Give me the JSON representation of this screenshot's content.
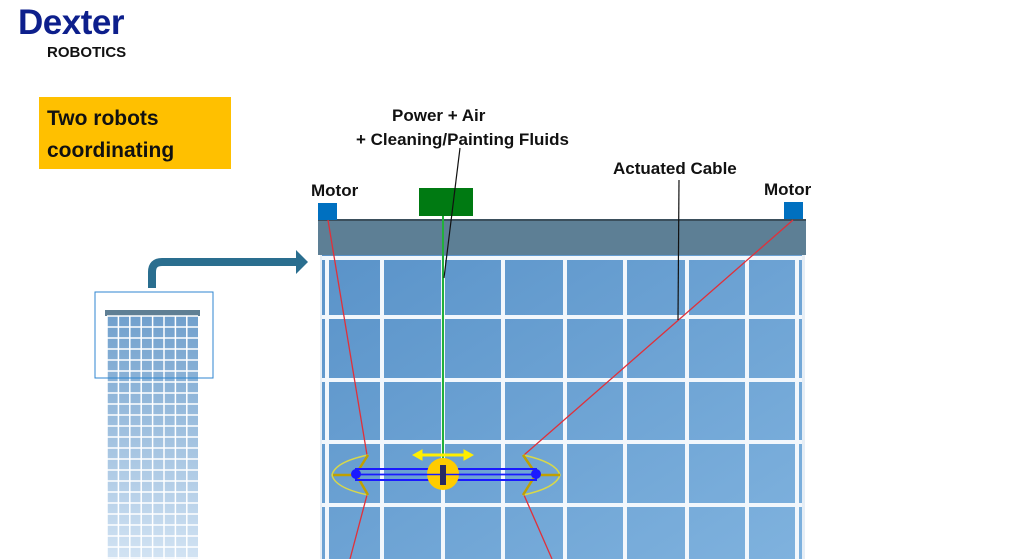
{
  "logo": {
    "brand": "Dexter",
    "sub": "ROBOTICS"
  },
  "badge": {
    "line1": "Two robots",
    "line2": "coordinating"
  },
  "labels": {
    "power_line1": "Power + Air",
    "power_line2": "+ Cleaning/Painting Fluids",
    "actuated_cable": "Actuated Cable",
    "motor_left": "Motor",
    "motor_right": "Motor"
  },
  "colors": {
    "brand": "#0d1f8c",
    "badge": "#ffc000",
    "motor": "#0070c0",
    "supply": "#007a12",
    "cable": "#e0303a",
    "robot": "#1a1aff",
    "arrow": "#2a6e8f"
  }
}
